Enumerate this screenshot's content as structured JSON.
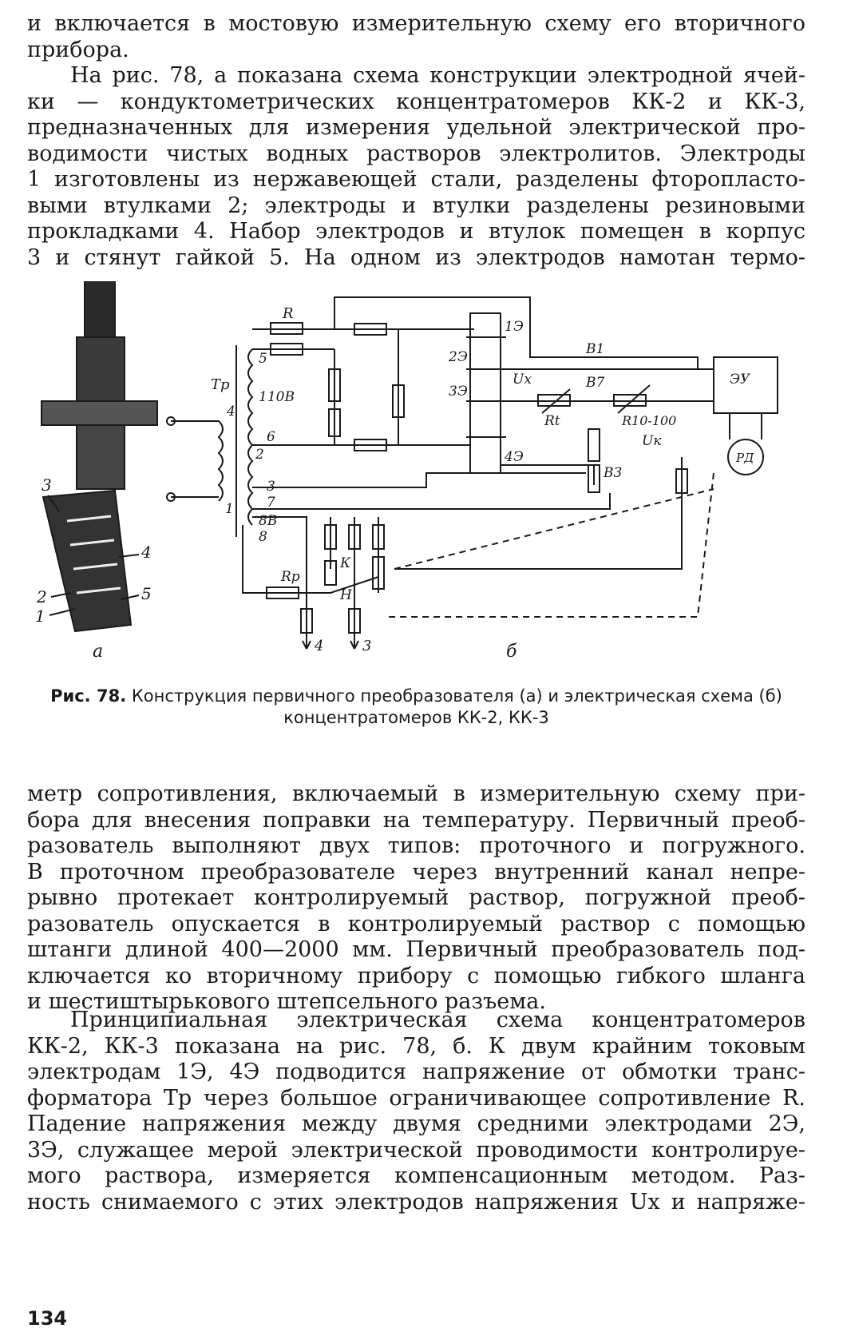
{
  "page": {
    "page_number": "134",
    "paragraph_1_lines": [
      "и включается в мостовую измерительную схему его вторичного",
      "прибора.",
      "На рис. 78, а показана схема конструкции электродной ячей-",
      "ки — кондуктометрических концентратомеров КК-2 и КК-3,",
      "предназначенных для измерения удельной электрической про-",
      "водимости чистых водных растворов электролитов. Электроды",
      "1 изготовлены из нержавеющей стали, разделены фторопласто-",
      "выми втулками 2; электроды и втулки разделены резиновыми",
      "прокладками 4. Набор электродов и втулок помещен в корпус",
      "3 и стянут гайкой 5. На одном из электродов намотан термо-"
    ],
    "caption_label": "Рис. 78.",
    "caption_text": "Конструкция первичного преобразователя (а) и электрическая схема (б) концентратомеров КК-2, КК-3",
    "paragraph_2_lines": [
      "метр сопротивления, включаемый в измерительную схему при-",
      "бора для внесения поправки на температуру. Первичный преоб-",
      "разователь выполняют двух типов: проточного и погружного.",
      "В проточном преобразователе через внутренний канал непре-",
      "рывно протекает контролируемый раствор, погружной преоб-",
      "разователь опускается в контролируемый раствор с помощью",
      "штанги длиной 400—2000 мм. Первичный преобразователь под-",
      "ключается ко вторичному прибору с помощью гибкого шланга",
      "и шестиштырькового штепсельного разъема."
    ],
    "paragraph_3_lines": [
      "Принципиальная электрическая схема концентратомеров",
      "КК-2, КК-3 показана на рис. 78, б. К двум крайним токовым",
      "электродам 1Э, 4Э подводится напряжение от обмотки транс-",
      "форматора Тр через большое ограничивающее сопротивление R.",
      "Падение напряжения между двумя средними электродами 2Э,",
      "3Э, служащее мерой электрической проводимости контролируе-",
      "мого раствора, измеряется компенсационным методом. Раз-",
      "ность снимаемого с этих электродов напряжения Ux и напряже-"
    ]
  },
  "figure": {
    "part_a_label": "а",
    "part_b_label": "б",
    "a_callouts": [
      "3",
      "4",
      "2",
      "1",
      "5"
    ],
    "b_labels": {
      "R": "R",
      "Tr": "Тр",
      "v110": "110В",
      "v8": "8В",
      "e1": "1Э",
      "e2": "2Э",
      "e3": "3Э",
      "e4": "4Э",
      "Ux": "Ux",
      "Rt": "Rt",
      "R10": "R10-100",
      "Uk": "Uк",
      "B1": "В1",
      "B7": "В7",
      "B3": "В3",
      "EU": "ЭУ",
      "RD": "РД",
      "Rp": "Rр",
      "K": "К",
      "H": "Н",
      "n1": "1",
      "n2": "2",
      "n3": "3",
      "n4": "4",
      "n5": "5",
      "n6": "6",
      "n7": "7",
      "n8": "8"
    }
  }
}
